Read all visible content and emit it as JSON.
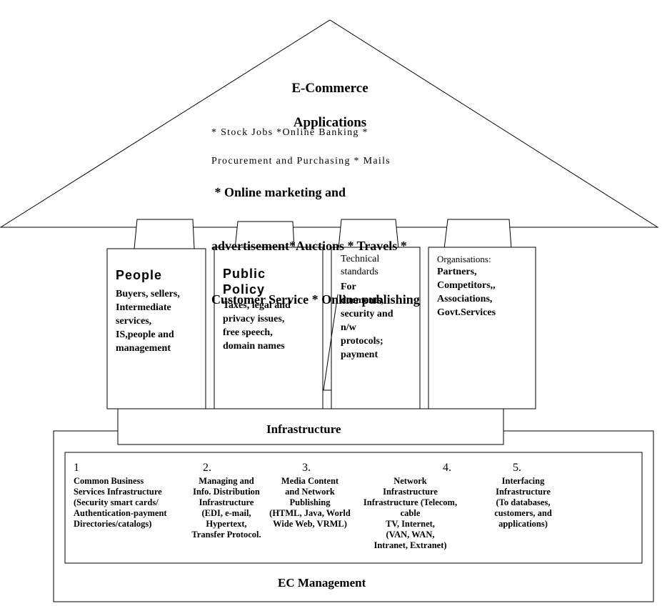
{
  "roof": {
    "title_line1": "E-Commerce",
    "title_line2": "Applications",
    "items_line1": "* Stock Jobs *Online Banking *",
    "items_line2": "Procurement and Purchasing * Mails",
    "bold_line1": " * Online marketing and",
    "bold_line2": "advertisement*Auctions * Travels *",
    "bold_line3": "Customer Service * Online publishing"
  },
  "pillars": {
    "people": {
      "heading": "People",
      "body": "Buyers, sellers,\nIntermediate\nservices,\nIS,people and\nmanagement"
    },
    "public_policy": {
      "heading": "Public\nPolicy",
      "body": "Taxes, legal and\nprivacy issues,\nfree speech,\ndomain names"
    },
    "technical_standards": {
      "heading": "Technical\nstandards",
      "body": "For\ndocments,\nsecurity and\nn/w\nprotocols;\npayment"
    },
    "organisations": {
      "heading": "Organisations:",
      "body": "Partners,\nCompetitors,,\nAssociations,\nGovt.Services"
    }
  },
  "infrastructure": {
    "label": "Infrastructure",
    "numbers": [
      "1",
      "2.",
      "3.",
      "4.",
      "5."
    ],
    "col1": "Common Business\nServices Infrastructure\n(Security smart cards/\nAuthentication-payment\nDirectories/catalogs)",
    "col2": "Managing and\nInfo. Distribution\nInfrastructure\n(EDI, e-mail,\nHypertext,\nTransfer Protocol.",
    "col3": "Media Content\nand Network\nPublishing\n(HTML, Java, World\nWide Web, VRML)",
    "col4": "Network\nInfrastructure\nInfrastructure (Telecom, cable\nTV, Internet,\n(VAN, WAN,\nIntranet, Extranet)",
    "col5": "Interfacing\nInfrastructure\n(To databases,\ncustomers, and\napplications)"
  },
  "management": {
    "label": "EC Management"
  }
}
